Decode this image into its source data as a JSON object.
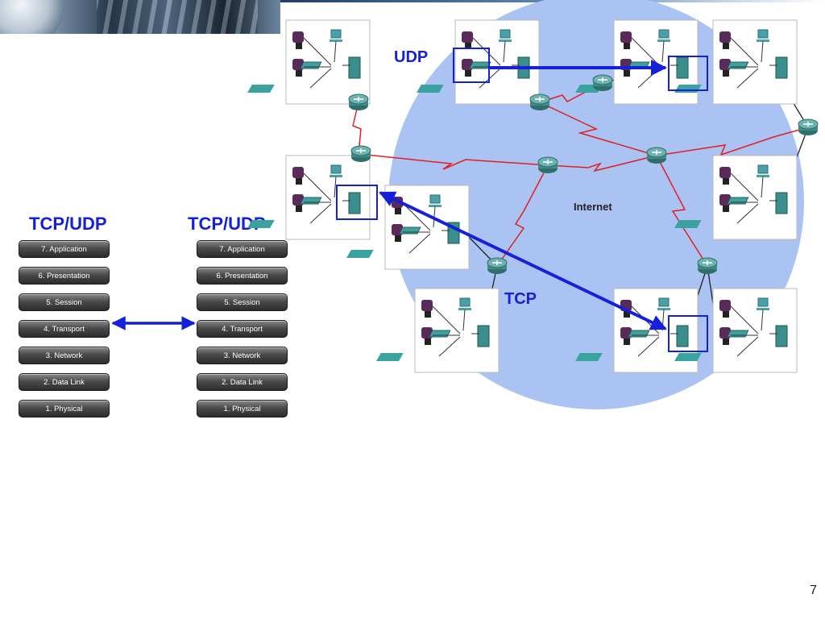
{
  "labels": {
    "tcpudp_left": "TCP/UDP",
    "tcpudp_right": "TCP/UDP",
    "udp": "UDP",
    "tcp": "TCP",
    "internet": "Internet",
    "page_number": "7"
  },
  "osi_layers": [
    "7. Application",
    "6. Presentation",
    "5. Session",
    "4. Transport",
    "3. Network",
    "2. Data Link",
    "1. Physical"
  ],
  "colors": {
    "accent_blue": "#1520d8",
    "cloud": "#aac3f2",
    "wan_link": "#e02020",
    "router": "#4f8f8c"
  }
}
